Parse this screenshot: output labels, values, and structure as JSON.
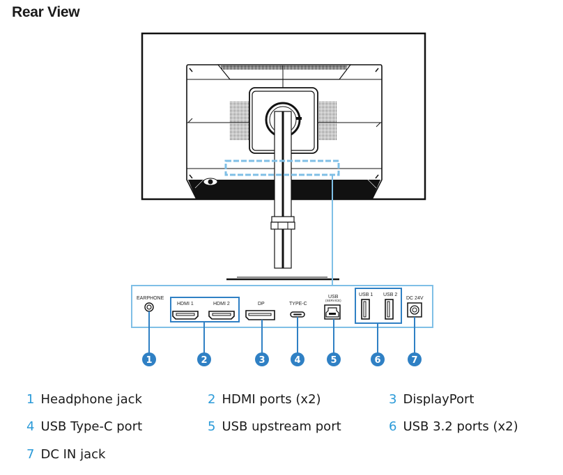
{
  "title": "Rear View",
  "colors": {
    "callout_blue": "#2f80c4",
    "panel_border": "#7fbfe6",
    "legend_number": "#2a9ad8",
    "line_black": "#111111"
  },
  "ports_panel": {
    "labels": {
      "earphone": "EARPHONE",
      "hdmi1": "HDMI 1",
      "hdmi2": "HDMI 2",
      "dp": "DP",
      "typec": "TYPE-C",
      "usb_service": "USB",
      "usb_service_sub": "(SERVICE)",
      "usb1": "USB 1",
      "usb2": "USB 2",
      "dc": "DC 24V"
    },
    "callouts": [
      "1",
      "2",
      "3",
      "4",
      "5",
      "6",
      "7"
    ]
  },
  "legend": [
    {
      "num": "1",
      "label": "Headphone jack"
    },
    {
      "num": "2",
      "label": "HDMI ports (x2)"
    },
    {
      "num": "3",
      "label": "DisplayPort"
    },
    {
      "num": "4",
      "label": "USB Type-C port"
    },
    {
      "num": "5",
      "label": "USB upstream port"
    },
    {
      "num": "6",
      "label": "USB 3.2 ports (x2)"
    },
    {
      "num": "7",
      "label": "DC IN jack"
    }
  ]
}
